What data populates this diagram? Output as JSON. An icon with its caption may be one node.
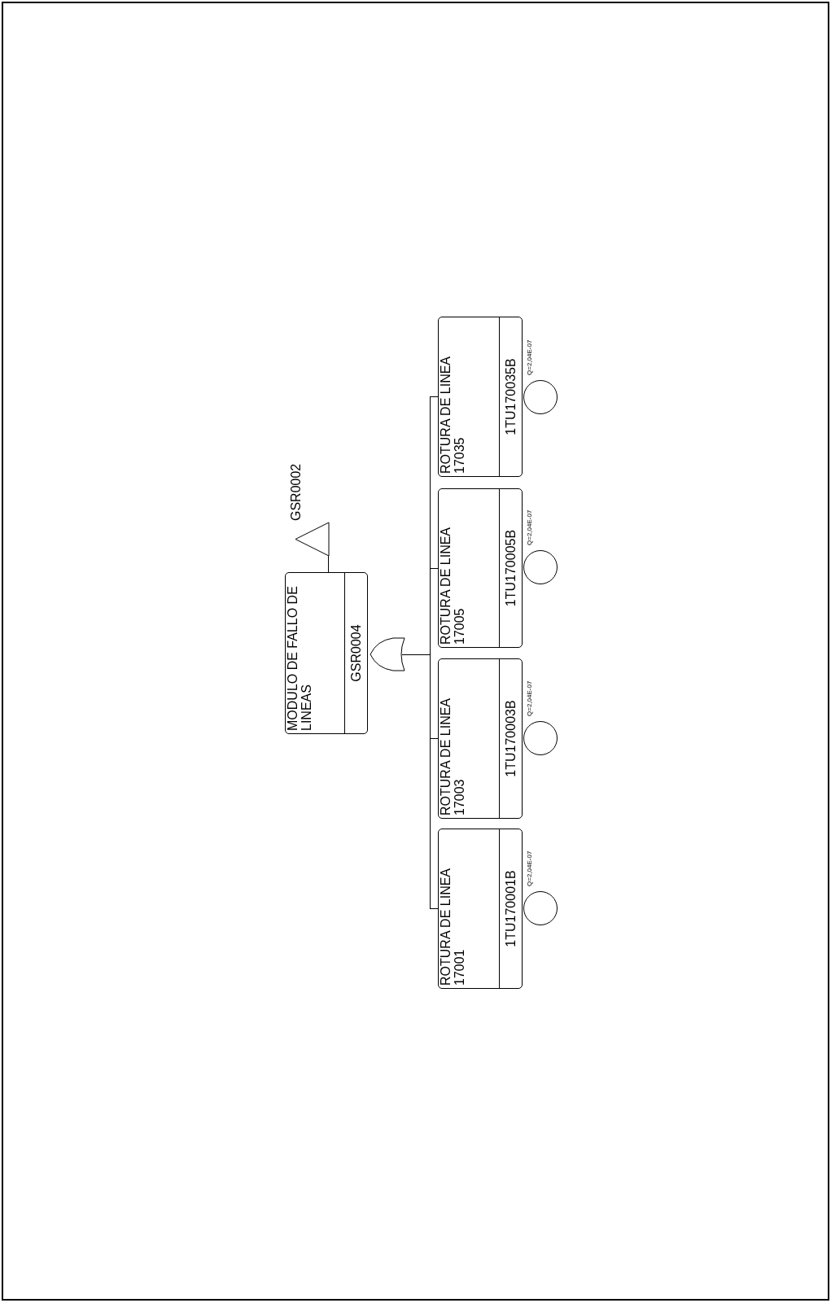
{
  "diagram": {
    "nodes": [
      {
        "text": [
          "MODULO DE FALLO DE LINEAS",
          "GSR0004"
        ]
      },
      {
        "text": [],
        "shape": "triangle",
        "beside": [
          "GSR0002"
        ]
      },
      {
        "text": [],
        "shape": "gate"
      },
      {
        "text": [
          "ROTURA DE LINEA 17001",
          "1TU170001B"
        ]
      },
      {
        "text": [
          "ROTURA DE LINEA 17003",
          "1TU170003B"
        ]
      },
      {
        "text": [
          "ROTURA DE LINEA 17005",
          "1TU170005B"
        ]
      },
      {
        "text": [
          "ROTURA DE LINEA 17035",
          "1TU170035B"
        ]
      },
      {
        "text": [],
        "shape": "circle",
        "beside": [
          "Q=2,04E-07"
        ]
      },
      {
        "text": [],
        "shape": "circle",
        "beside": [
          "Q=2,04E-07"
        ]
      },
      {
        "text": [],
        "shape": "circle",
        "beside": [
          "Q=2,04E-07"
        ]
      },
      {
        "text": [],
        "shape": "circle",
        "beside": [
          "Q=2,04E-07"
        ]
      }
    ],
    "edges": [
      {
        "from": 0,
        "to": 1,
        "arrow": "none"
      },
      {
        "from": 2,
        "to": 3,
        "arrow": "none"
      },
      {
        "from": 2,
        "to": 4,
        "arrow": "none"
      },
      {
        "from": 2,
        "to": 5,
        "arrow": "none"
      },
      {
        "from": 2,
        "to": 6,
        "arrow": "none"
      }
    ]
  }
}
